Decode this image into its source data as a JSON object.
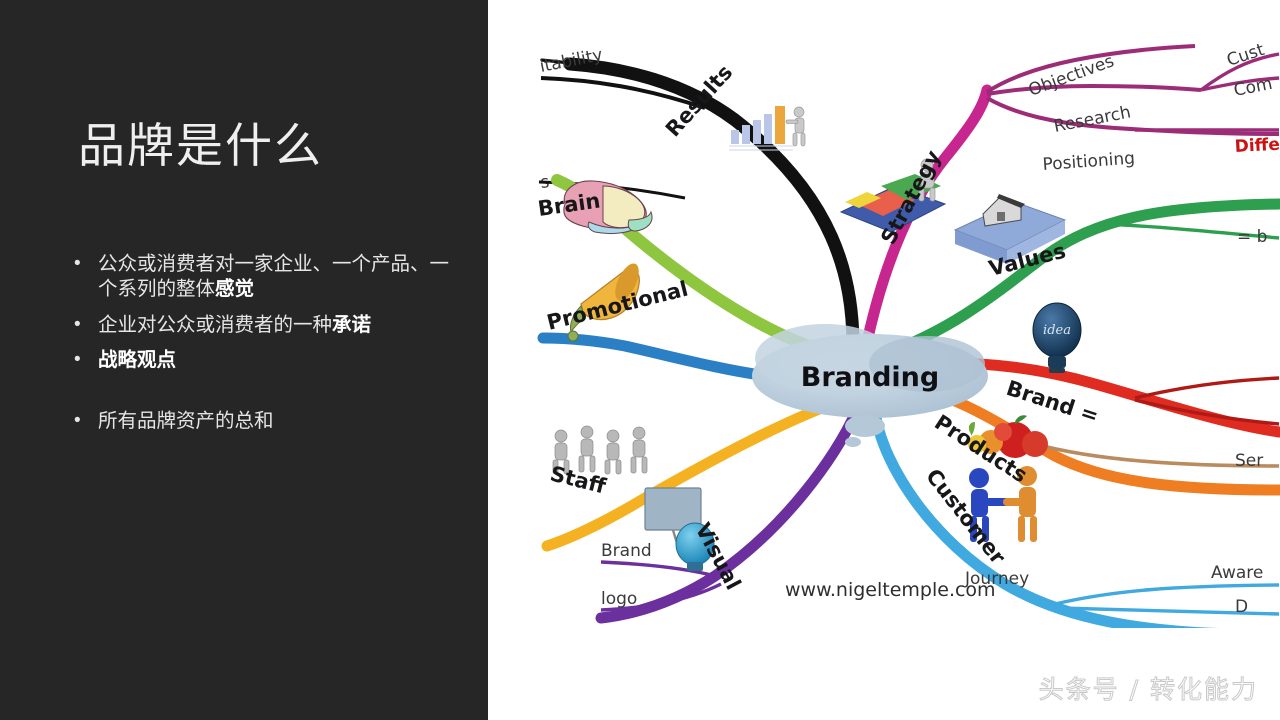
{
  "slide": {
    "background_color": "#ffffff",
    "panel_color": "#262626",
    "title": "品牌是什么"
  },
  "bullets": [
    {
      "id": "bullet-1",
      "prefix": "公众或消费者对一家企业、一个产品、一个系列的整体",
      "bold": "感觉",
      "bold_all": false,
      "gap_before": false
    },
    {
      "id": "bullet-2",
      "prefix": "企业对公众或消费者的一种",
      "bold": "承诺",
      "bold_all": false,
      "gap_before": false
    },
    {
      "id": "bullet-3",
      "prefix": "",
      "bold": "战略观点",
      "bold_all": true,
      "gap_before": false
    },
    {
      "id": "bullet-4",
      "prefix": "所有品牌资产的总和",
      "bold": "",
      "bold_all": false,
      "gap_before": true
    }
  ],
  "bullet_marker": "•",
  "mindmap": {
    "center_label": "Branding",
    "center_fill": "#b9cad8",
    "url": "www.nigeltemple.com",
    "branches": [
      {
        "label": "Profitability",
        "display": "itability",
        "color": "#111111",
        "clipped": true,
        "icon": "none"
      },
      {
        "label": "Sales",
        "display": "s",
        "color": "#111111",
        "clipped": true,
        "icon": "none"
      },
      {
        "label": "Results",
        "display": "Results",
        "color": "#111111",
        "clipped": false,
        "icon": "bar-chart-icon"
      },
      {
        "label": "Brain",
        "display": "Brain",
        "color": "#8ec63f",
        "clipped": false,
        "icon": "brain-icon"
      },
      {
        "label": "Promotional",
        "display": "Promotional",
        "color": "#2b7fc4",
        "clipped": false,
        "icon": "megaphone-icon"
      },
      {
        "label": "Staff",
        "display": "Staff",
        "color": "#f4b223",
        "clipped": false,
        "icon": "people-icon"
      },
      {
        "label": "Visual",
        "display": "Visual",
        "color": "#6b2f9e",
        "clipped": false,
        "icon": "lightbulb-board-icon"
      },
      {
        "label": "Customer",
        "display": "Customer",
        "color": "#3fa9e0",
        "clipped": false,
        "icon": "handshake-icon"
      },
      {
        "label": "Products",
        "display": "Products",
        "color": "#ef7d22",
        "clipped": false,
        "icon": "fruit-icon"
      },
      {
        "label": "Brand =",
        "display": "Brand =",
        "color": "#e02b20",
        "clipped": false,
        "icon": "idea-bulb-icon"
      },
      {
        "label": "Values",
        "display": "Values",
        "color": "#2e9e4f",
        "clipped": false,
        "icon": "house-envelope-icon"
      },
      {
        "label": "Strategy",
        "display": "Strategy",
        "color": "#c6268e",
        "clipped": false,
        "icon": "puzzle-icon"
      }
    ],
    "sub_labels": [
      {
        "label": "Objectives",
        "display": "Objectives",
        "color": "#9c2c77",
        "clipped": false,
        "style": "normal"
      },
      {
        "label": "Research",
        "display": "Research",
        "color": "#9c2c77",
        "clipped": false,
        "style": "normal"
      },
      {
        "label": "Positioning",
        "display": "Positioning",
        "color": "#9c2c77",
        "clipped": false,
        "style": "normal"
      },
      {
        "label": "Customers",
        "display": "Cust",
        "color": "#9c2c77",
        "clipped": true,
        "style": "normal"
      },
      {
        "label": "Competitors",
        "display": "Com",
        "color": "#9c2c77",
        "clipped": true,
        "style": "normal"
      },
      {
        "label": "Differentiation",
        "display": "Diffe",
        "color": "#cc1111",
        "clipped": true,
        "style": "red-bold"
      },
      {
        "label": "= brand",
        "display": "= b",
        "color": "#2e9e4f",
        "clipped": true,
        "style": "normal"
      },
      {
        "label": "Services",
        "display": "Ser",
        "color": "#b98b5e",
        "clipped": true,
        "style": "normal"
      },
      {
        "label": "Journey",
        "display": "Journey",
        "color": "#3fa9e0",
        "clipped": false,
        "style": "normal"
      },
      {
        "label": "Awareness",
        "display": "Aware",
        "color": "#3fa9e0",
        "clipped": true,
        "style": "normal"
      },
      {
        "label": "Decision",
        "display": "D",
        "color": "#3fa9e0",
        "clipped": true,
        "style": "normal"
      },
      {
        "label": "Brand",
        "display": "Brand",
        "color": "#6b2f9e",
        "clipped": false,
        "style": "normal"
      },
      {
        "label": "logo",
        "display": "logo",
        "color": "#6b2f9e",
        "clipped": false,
        "style": "normal"
      }
    ]
  },
  "watermark": {
    "text": "头条号 / 转化能力"
  }
}
